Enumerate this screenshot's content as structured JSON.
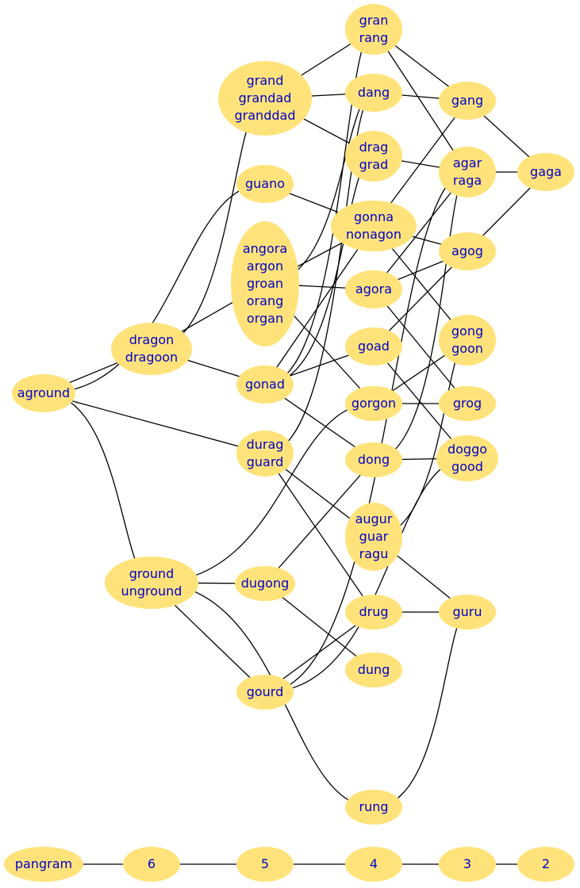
{
  "colors": {
    "node_fill": "#ffe37a",
    "label": "#0000c8",
    "edge": "#000000"
  },
  "nodes": [
    {
      "id": "aground",
      "lines": [
        "aground"
      ]
    },
    {
      "id": "dragon",
      "lines": [
        "dragon",
        "dragoon"
      ]
    },
    {
      "id": "ground",
      "lines": [
        "ground",
        "unground"
      ]
    },
    {
      "id": "grand",
      "lines": [
        "grand",
        "grandad",
        "granddad"
      ]
    },
    {
      "id": "guano",
      "lines": [
        "guano"
      ]
    },
    {
      "id": "angora",
      "lines": [
        "angora",
        "argon",
        "groan",
        "orang",
        "organ"
      ]
    },
    {
      "id": "gonad",
      "lines": [
        "gonad"
      ]
    },
    {
      "id": "durag",
      "lines": [
        "durag",
        "guard"
      ]
    },
    {
      "id": "dugong",
      "lines": [
        "dugong"
      ]
    },
    {
      "id": "gourd",
      "lines": [
        "gourd"
      ]
    },
    {
      "id": "gran",
      "lines": [
        "gran",
        "rang"
      ]
    },
    {
      "id": "dang",
      "lines": [
        "dang"
      ]
    },
    {
      "id": "drag",
      "lines": [
        "drag",
        "grad"
      ]
    },
    {
      "id": "gonna",
      "lines": [
        "gonna",
        "nonagon"
      ]
    },
    {
      "id": "agora",
      "lines": [
        "agora"
      ]
    },
    {
      "id": "goad",
      "lines": [
        "goad"
      ]
    },
    {
      "id": "gorgon",
      "lines": [
        "gorgon"
      ]
    },
    {
      "id": "dong",
      "lines": [
        "dong"
      ]
    },
    {
      "id": "augur",
      "lines": [
        "augur",
        "guar",
        "ragu"
      ]
    },
    {
      "id": "drug",
      "lines": [
        "drug"
      ]
    },
    {
      "id": "dung",
      "lines": [
        "dung"
      ]
    },
    {
      "id": "rung",
      "lines": [
        "rung"
      ]
    },
    {
      "id": "gang",
      "lines": [
        "gang"
      ]
    },
    {
      "id": "agar",
      "lines": [
        "agar",
        "raga"
      ]
    },
    {
      "id": "agog",
      "lines": [
        "agog"
      ]
    },
    {
      "id": "gong",
      "lines": [
        "gong",
        "goon"
      ]
    },
    {
      "id": "grog",
      "lines": [
        "grog"
      ]
    },
    {
      "id": "doggo",
      "lines": [
        "doggo",
        "good"
      ]
    },
    {
      "id": "guru",
      "lines": [
        "guru"
      ]
    },
    {
      "id": "gaga",
      "lines": [
        "gaga"
      ]
    },
    {
      "id": "pangram",
      "lines": [
        "pangram"
      ]
    },
    {
      "id": "r6",
      "lines": [
        "6"
      ]
    },
    {
      "id": "r5",
      "lines": [
        "5"
      ]
    },
    {
      "id": "r4",
      "lines": [
        "4"
      ]
    },
    {
      "id": "r3",
      "lines": [
        "3"
      ]
    },
    {
      "id": "r2",
      "lines": [
        "2"
      ]
    }
  ],
  "edges": [
    [
      "aground",
      "dragon"
    ],
    [
      "aground",
      "guano"
    ],
    [
      "aground",
      "durag"
    ],
    [
      "aground",
      "ground"
    ],
    [
      "dragon",
      "grand"
    ],
    [
      "dragon",
      "angora"
    ],
    [
      "dragon",
      "gonad"
    ],
    [
      "grand",
      "gran"
    ],
    [
      "grand",
      "dang"
    ],
    [
      "grand",
      "drag"
    ],
    [
      "guano",
      "gonna"
    ],
    [
      "angora",
      "dang"
    ],
    [
      "angora",
      "gonna"
    ],
    [
      "angora",
      "agora"
    ],
    [
      "angora",
      "gorgon"
    ],
    [
      "gonad",
      "goad"
    ],
    [
      "gonad",
      "dong"
    ],
    [
      "gonad",
      "gran"
    ],
    [
      "gonad",
      "drag"
    ],
    [
      "gonad",
      "gonna"
    ],
    [
      "durag",
      "dang"
    ],
    [
      "durag",
      "augur"
    ],
    [
      "durag",
      "drug"
    ],
    [
      "ground",
      "gorgon"
    ],
    [
      "ground",
      "dugong"
    ],
    [
      "ground",
      "gourd"
    ],
    [
      "ground",
      "rung"
    ],
    [
      "dugong",
      "dong"
    ],
    [
      "dugong",
      "dung"
    ],
    [
      "gourd",
      "drug"
    ],
    [
      "gourd",
      "doggo"
    ],
    [
      "gourd",
      "agar"
    ],
    [
      "gran",
      "gang"
    ],
    [
      "gran",
      "agar"
    ],
    [
      "dang",
      "gang"
    ],
    [
      "drag",
      "agar"
    ],
    [
      "gonna",
      "gang"
    ],
    [
      "gonna",
      "agog"
    ],
    [
      "gonna",
      "gong"
    ],
    [
      "agora",
      "agog"
    ],
    [
      "agora",
      "agar"
    ],
    [
      "agora",
      "grog"
    ],
    [
      "goad",
      "agog"
    ],
    [
      "goad",
      "doggo"
    ],
    [
      "gorgon",
      "grog"
    ],
    [
      "gorgon",
      "gong"
    ],
    [
      "dong",
      "doggo"
    ],
    [
      "dong",
      "agar"
    ],
    [
      "augur",
      "gong"
    ],
    [
      "augur",
      "guru"
    ],
    [
      "drug",
      "guru"
    ],
    [
      "rung",
      "guru"
    ],
    [
      "gang",
      "gaga"
    ],
    [
      "agar",
      "gaga"
    ],
    [
      "agog",
      "gaga"
    ],
    [
      "pangram",
      "r6"
    ],
    [
      "r6",
      "r5"
    ],
    [
      "r5",
      "r4"
    ],
    [
      "r4",
      "r3"
    ],
    [
      "r3",
      "r2"
    ]
  ]
}
